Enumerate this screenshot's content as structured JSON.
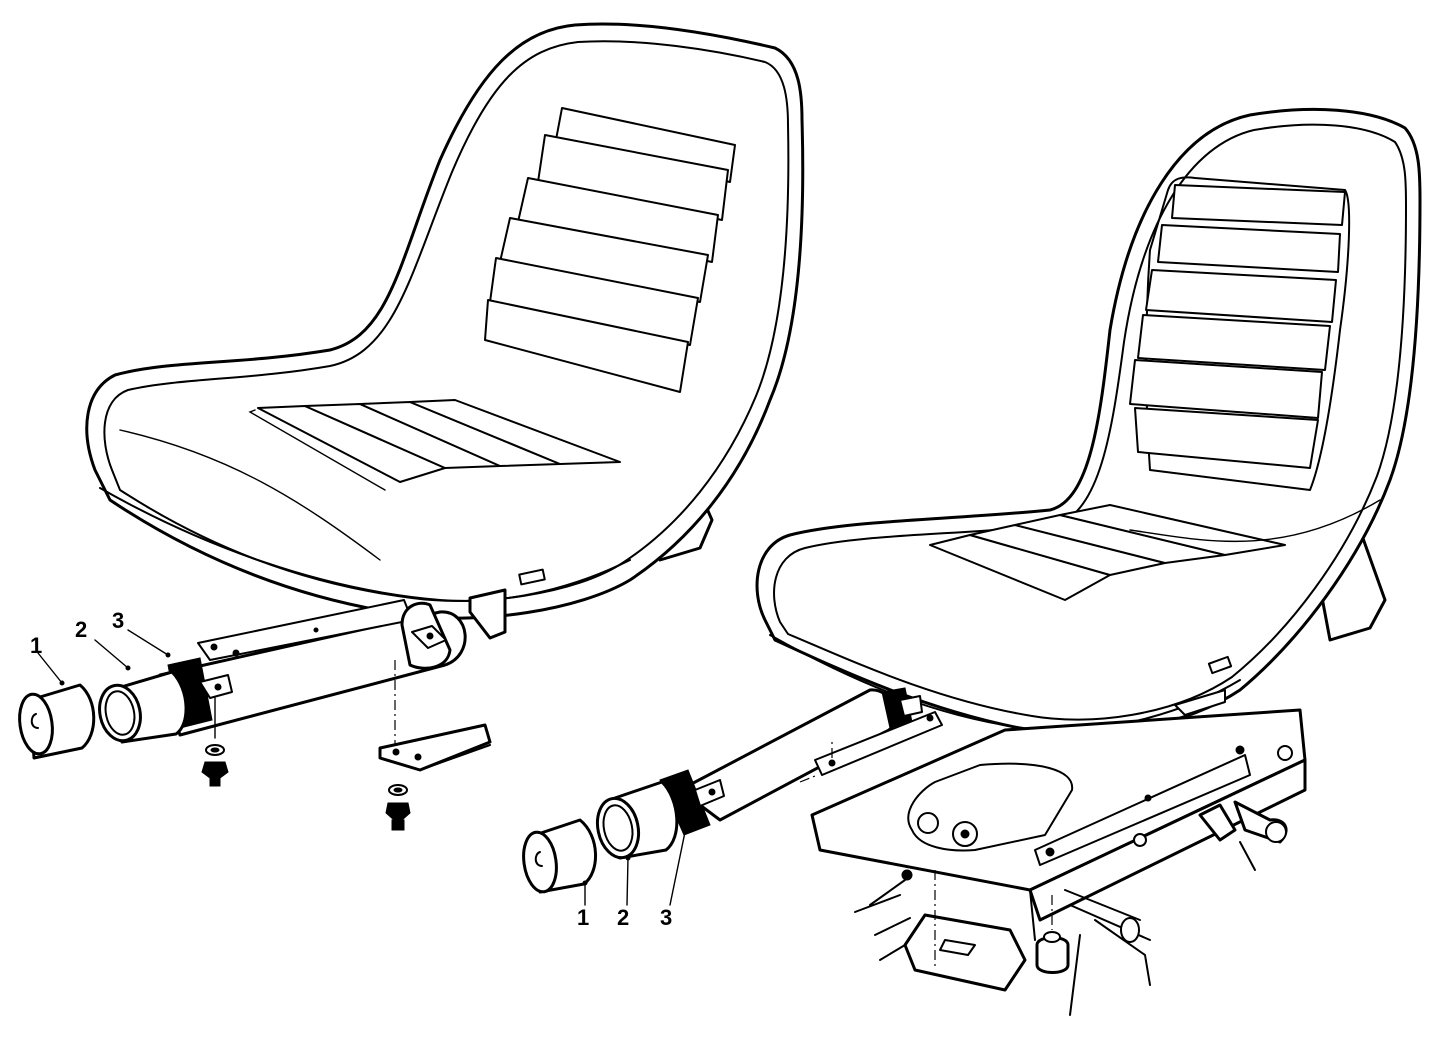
{
  "figure": {
    "callouts_left": [
      "1",
      "2",
      "3"
    ],
    "callouts_right": [
      "1",
      "2",
      "3"
    ]
  }
}
